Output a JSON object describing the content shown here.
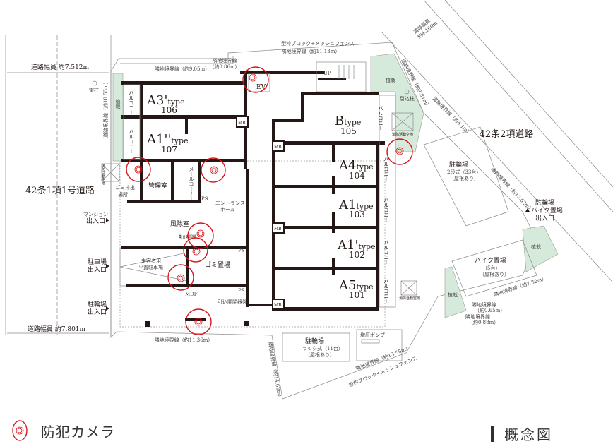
{
  "title": "概念図",
  "legend": {
    "camera_label": "防犯カメラ",
    "camera_icon": "security-camera-icon",
    "camera_color": "#d7141a"
  },
  "roads": {
    "west_road": "42条1項1号道路",
    "east_road": "42条2項道路",
    "west_width_top": "道路幅員 約7.512m",
    "west_width_bottom": "道路幅員 約7.801m",
    "east_width_1": "道路幅員",
    "east_width_2": "約4.160m"
  },
  "boundaries": {
    "north_1": "隣地境界線（約9.05m）",
    "north_2a": "隣地境界線",
    "north_2b": "（約0.86m）",
    "north_3": "隣地境界線（約11.13m）",
    "fence_north": "型枠ブロック+メッシュフェンス",
    "west": "道路境界線（約18.55m）",
    "east_1": "道路境界線（約3.81m）",
    "east_2": "道路境界線（約4.1m）",
    "east_3": "道路境界線（約10.62m）",
    "south_1": "隣地境界線（約11.36m）",
    "south_2": "隣地境界線（約14.62m）",
    "south_3": "隣地境界線（約13.55m）",
    "fence_south": "型枠ブロック+メッシュフェンス",
    "se_1": "隣地境界線（約7.32m）",
    "se_2a": "隣地境界線",
    "se_2b": "（約0.65m）",
    "se_3a": "隣地境界線",
    "se_3b": "（約0.88m）"
  },
  "units": [
    {
      "type": "A3'",
      "suffix": "type",
      "number": "106"
    },
    {
      "type": "A1''",
      "suffix": "type",
      "number": "107"
    },
    {
      "type": "B",
      "suffix": "type",
      "number": "105"
    },
    {
      "type": "A4",
      "suffix": "type",
      "number": "104"
    },
    {
      "type": "A1",
      "suffix": "type",
      "number": "103"
    },
    {
      "type": "A1'",
      "suffix": "type",
      "number": "102"
    },
    {
      "type": "A5",
      "suffix": "type",
      "number": "101"
    }
  ],
  "rooms": {
    "balcony": "バルコニー",
    "management": "管理室",
    "mail": "メールコーナー",
    "entrance_1": "エントランス",
    "entrance_2": "ホール",
    "windbreak": "風除室",
    "intercom": "集合玄関機",
    "guest_parking_1": "来客者用",
    "guest_parking_2": "平置駐車場",
    "garbage": "ゴミ置場",
    "garbage_out_1": "ゴミ排出",
    "garbage_out_2": "場所",
    "mdf": "MDF",
    "switchboard": "引込開閉器盤",
    "ps": "PS",
    "mb": "MB",
    "ev": "EV",
    "up": "UP",
    "planting": "植栽",
    "pole": "電柱",
    "service_pole": "引込柱",
    "fire_space": "消防活動空地",
    "fire_space_v": "消防活動空地"
  },
  "entrances": {
    "mansion": [
      "マンション",
      "出入口"
    ],
    "parking": [
      "駐車場",
      "出入口"
    ],
    "bicycle": [
      "駐輪場",
      "出入口"
    ],
    "bike_east": [
      "駐輪場",
      "バイク置場",
      "出入口"
    ]
  },
  "facilities": {
    "bicycle_2tier": {
      "name": "駐輪場",
      "detail": "2段式（33台）",
      "roof": "（屋根あり）"
    },
    "bicycle_rack": {
      "name": "駐輪場",
      "detail": "ラック式（11台）",
      "roof": "（屋根あり）"
    },
    "motorbike": {
      "name": "バイク置場",
      "detail": "（5台）",
      "roof": "（屋根あり）"
    },
    "pump": "増圧ポンプ"
  }
}
